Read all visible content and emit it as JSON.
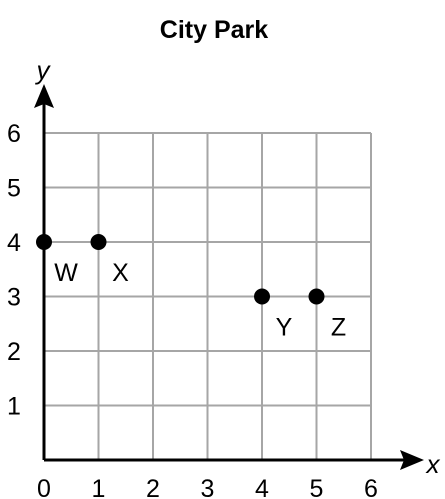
{
  "chart_data": {
    "type": "scatter",
    "title": "City Park",
    "xlabel": "x",
    "ylabel": "y",
    "xlim": [
      0,
      6
    ],
    "ylim": [
      0,
      6
    ],
    "grid": true,
    "x_ticks": [
      "0",
      "1",
      "2",
      "3",
      "4",
      "5",
      "6"
    ],
    "y_ticks": [
      "1",
      "2",
      "3",
      "4",
      "5",
      "6"
    ],
    "points": [
      {
        "label": "W",
        "x": 0,
        "y": 4
      },
      {
        "label": "X",
        "x": 1,
        "y": 4
      },
      {
        "label": "Y",
        "x": 4,
        "y": 3
      },
      {
        "label": "Z",
        "x": 5,
        "y": 3
      }
    ],
    "colors": {
      "grid": "#a6a6a6",
      "axis": "#000000",
      "point": "#000000"
    }
  }
}
